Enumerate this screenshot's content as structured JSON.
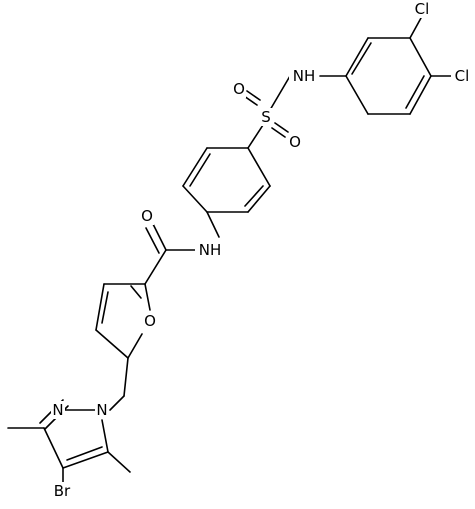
{
  "atom_labels": {
    "o_sulfonyl_top": "O",
    "s_sulfonyl": "S",
    "o_sulfonyl_bottom": "O",
    "nh_sulfonamide": "NH",
    "cl_meta": "Cl",
    "cl_para": "Cl",
    "o_carbonyl": "O",
    "nh_amide": "NH",
    "o_furan": "O",
    "n_pyrazole_1": "N",
    "n_pyrazole_2": "N",
    "br": "Br"
  },
  "colors": {
    "bond": "#000000",
    "label": "#000000",
    "background": "#ffffff"
  }
}
